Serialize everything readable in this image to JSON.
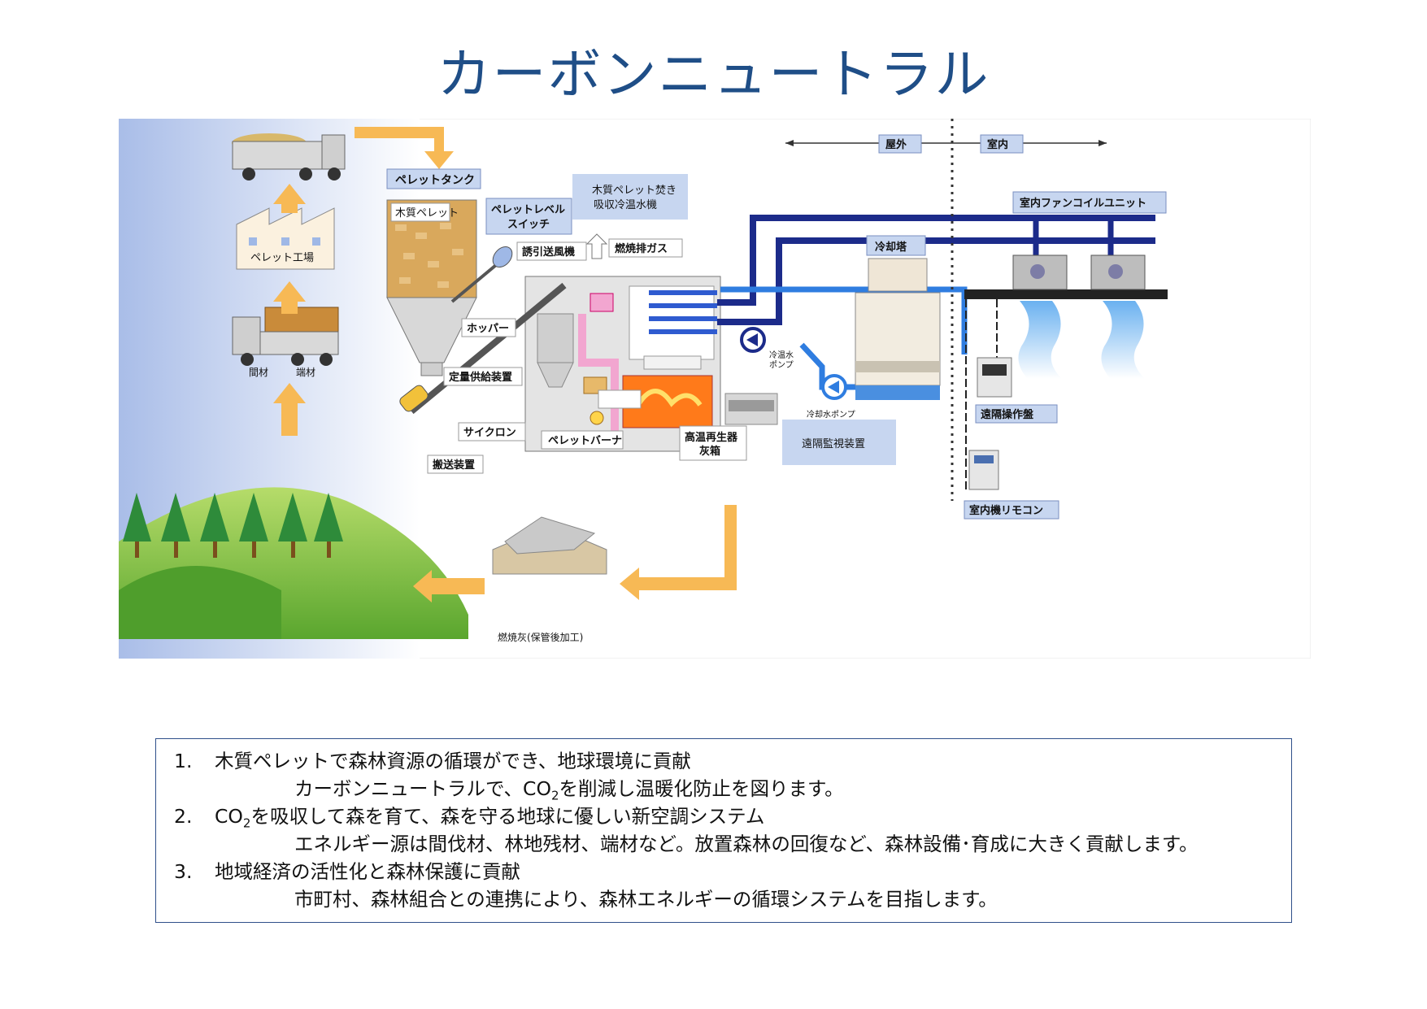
{
  "title": "カーボンニュートラル",
  "diagram": {
    "outdoor": "屋外",
    "indoor": "室内",
    "pellet_tank": "ペレットタンク",
    "wood_pellet": "木質ペレット",
    "pellet_level_switch_1": "ペレットレベル",
    "pellet_level_switch_2": "スイッチ",
    "chiller_1": "木質ペレット焚き",
    "chiller_2": "吸収冷温水機",
    "induced_fan": "誘引送風機",
    "exhaust_gas": "燃焼排ガス",
    "hopper": "ホッパー",
    "fixed_feeder": "定量供給装置",
    "cyclone": "サイクロン",
    "pellet_burner": "ペレットバーナ",
    "regenerator_1": "高温再生器",
    "regenerator_2": "灰箱",
    "conveyor": "搬送装置",
    "remote_monitor": "遠隔監視装置",
    "cooling_tower": "冷却塔",
    "hot_cold_pump_1": "冷温水",
    "hot_cold_pump_2": "ポンプ",
    "cooling_pump": "冷却水ポンプ",
    "fancoil": "室内ファンコイルユニット",
    "remote_panel": "遠隔操作盤",
    "remote_control": "室内機リモコン",
    "pellet_factory": "ペレット工場",
    "thinned_wood": "間材",
    "offcut_wood": "端材",
    "ash": "燃焼灰(保管後加工)"
  },
  "notes": [
    {
      "num": "1.",
      "head": "木質ペレットで森林資源の循環ができ、地球環境に貢献",
      "sub_pre": "カーボンニュートラルで、CO",
      "sub_sub": "2",
      "sub_post": "を削減し温暖化防止を図ります。"
    },
    {
      "num": "2.",
      "head_pre": "CO",
      "head_sub": "2",
      "head_post": "を吸収して森を育て、森を守る地球に優しい新空調システム",
      "sub": "エネルギー源は間伐材、林地残材、端材など。放置森林の回復など、森林設備･育成に大きく貢献します。"
    },
    {
      "num": "3.",
      "head": "地域経済の活性化と森林保護に貢献",
      "sub": "市町村、森林組合との連携により、森林エネルギーの循環システムを目指します。"
    }
  ],
  "colors": {
    "title": "#1f4e87",
    "arrow": "#f7b955",
    "pipe_dark": "#1c2b8a",
    "pipe_light": "#2f7de0",
    "label_box": "#c7d6f0"
  }
}
